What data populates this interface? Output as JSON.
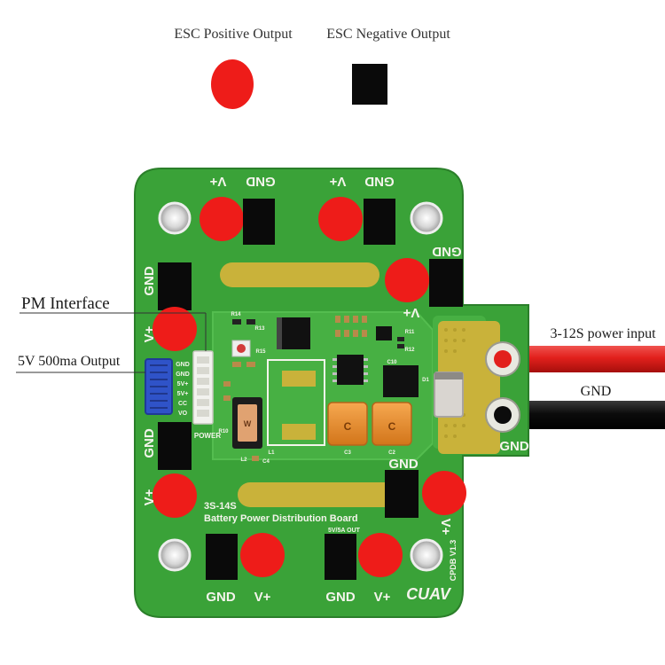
{
  "legend": {
    "positive_label": "ESC Positive Output",
    "negative_label": "ESC Negative Output"
  },
  "callouts": {
    "pm_interface": "PM Interface",
    "output_5v": "5V 500ma Output",
    "power_input": "3-12S power input",
    "gnd_input": "GND"
  },
  "board": {
    "title_line1": "3S-14S",
    "title_line2": "Battery Power Distribution Board",
    "out_label": "5V/5A OUT",
    "version": "CPDB V1.3",
    "brand": "CUAV",
    "power_label": "POWER",
    "pad_gnd": "GND",
    "pad_vplus": "V+",
    "input_gnd": "GND",
    "connector_pins": [
      "GND",
      "GND",
      "5V+",
      "5V+",
      "CC",
      "VO"
    ],
    "cap_label": "C",
    "inductor_label": "W",
    "refs": {
      "r14": "R14",
      "r13": "R13",
      "r12": "R12",
      "r11": "R11",
      "r15": "R15",
      "l2": "L2",
      "c4": "C4",
      "c3": "C3",
      "c2": "C2",
      "c10": "C10",
      "d1": "D1",
      "l1": "L1",
      "r10": "R10"
    }
  },
  "colors": {
    "positive": "#ee1c19",
    "negative": "#0a0a0a",
    "pcb": "#3aa238",
    "pcb_trace": "#47b043",
    "gold": "#c9b23a",
    "silk": "#f4f4ec",
    "wire_red": "#e2201c",
    "wire_black": "#0c0c0c"
  }
}
